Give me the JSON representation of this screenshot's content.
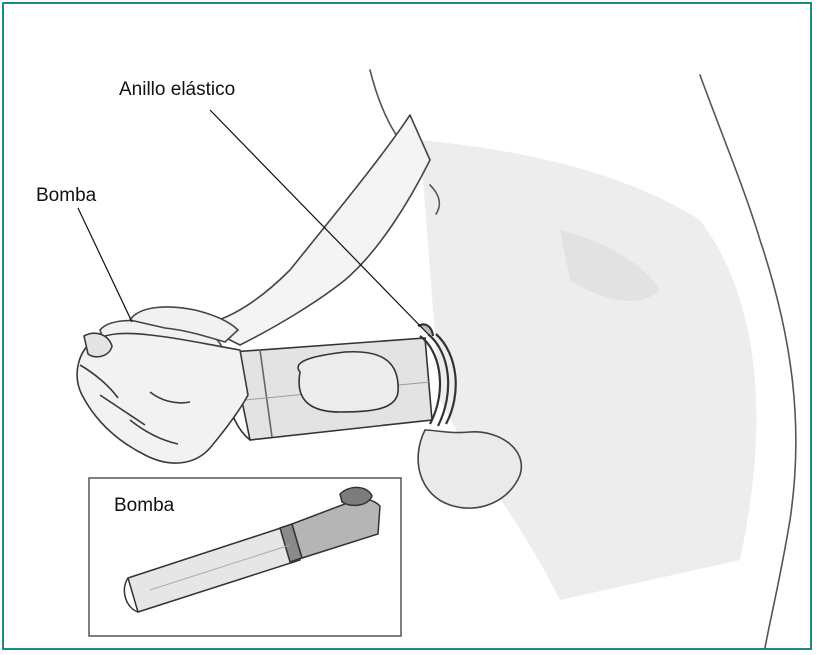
{
  "labels": {
    "ring": "Anillo elástico",
    "pump": "Bomba",
    "inset_pump": "Bomba"
  },
  "colors": {
    "frame_border": "#1b8a83",
    "stroke": "#3a3a3a",
    "shade": "#bdbdbd",
    "tube": "#d9d9d9"
  }
}
